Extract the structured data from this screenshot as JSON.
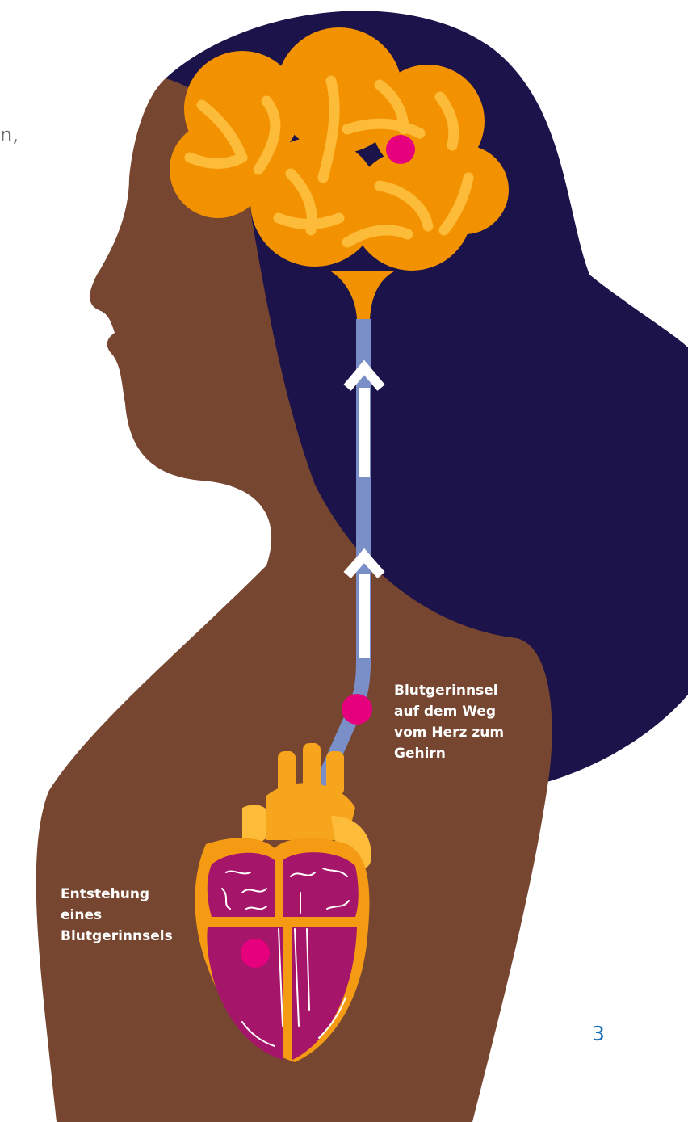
{
  "intro_fragment": "n,",
  "labels": {
    "clot_in_transit": "Blutgerinnsel\nauf dem Weg\nvom Herz zum\nGehirn",
    "clot_formation": "Entstehung\neines\nBlutgerinnsels"
  },
  "page_number": "3",
  "colors": {
    "hair": "#1b1349",
    "skin": "#764630",
    "brain": "#f39200",
    "brain_folds": "#fdbb3a",
    "artery": "#7a8fc8",
    "arrow": "#ffffff",
    "clot": "#e6007e",
    "heart_outer": "#f59a13",
    "heart_chambers": "#a5156a",
    "page_number": "#1a6fb8"
  },
  "icons": [
    "brain-icon",
    "heart-icon",
    "blood-clot-icon",
    "arrow-up-icon"
  ]
}
